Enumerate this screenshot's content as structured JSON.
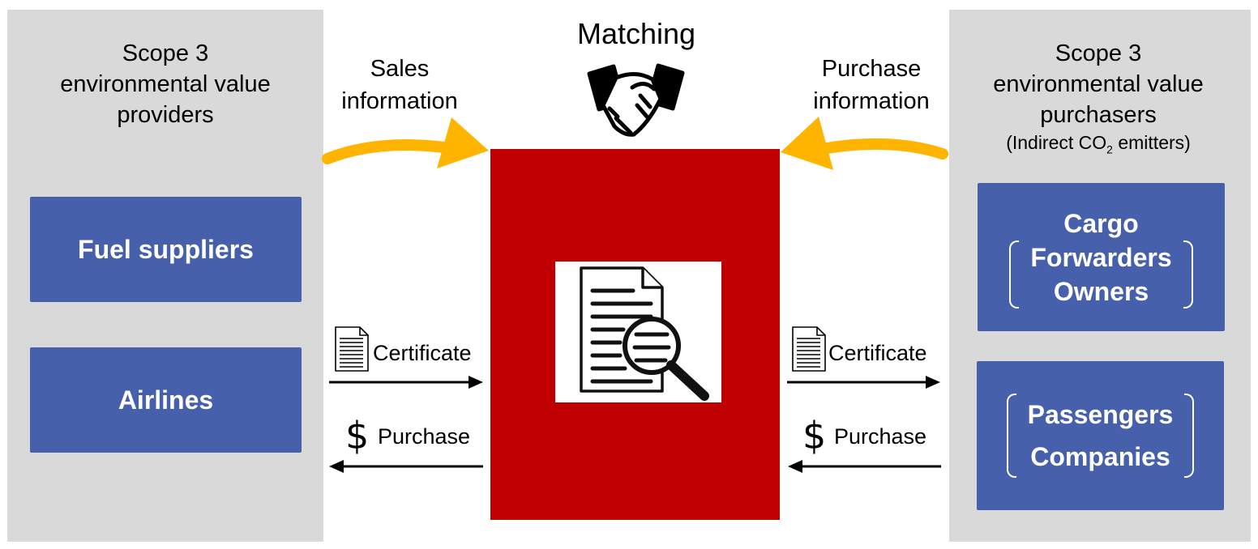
{
  "center": {
    "title": "Matching"
  },
  "left": {
    "title_lines": [
      "Scope 3",
      "environmental value",
      "providers"
    ],
    "boxes": [
      "Fuel suppliers",
      "Airlines"
    ],
    "flow_in_label_lines": [
      "Sales",
      "information"
    ]
  },
  "right": {
    "title_lines": [
      "Scope 3",
      "environmental value",
      "purchasers"
    ],
    "note_prefix": "(Indirect CO",
    "note_sub": "2",
    "note_suffix": " emitters)",
    "cargo_box": {
      "title": "Cargo",
      "items": [
        "Forwarders",
        "Owners"
      ]
    },
    "passenger_box": {
      "items": [
        "Passengers",
        "Companies"
      ]
    },
    "flow_in_label_lines": [
      "Purchase",
      "information"
    ]
  },
  "flows": {
    "certificate_label": "Certificate",
    "purchase_label": "Purchase",
    "dollar_symbol": "$"
  },
  "colors": {
    "panel": "#d9d9d9",
    "box": "#4660ac",
    "center": "#c00000",
    "arrow_orange": "#ffb400"
  },
  "icons": [
    "handshake-icon",
    "document-search-icon",
    "document-icon",
    "dollar-icon"
  ]
}
